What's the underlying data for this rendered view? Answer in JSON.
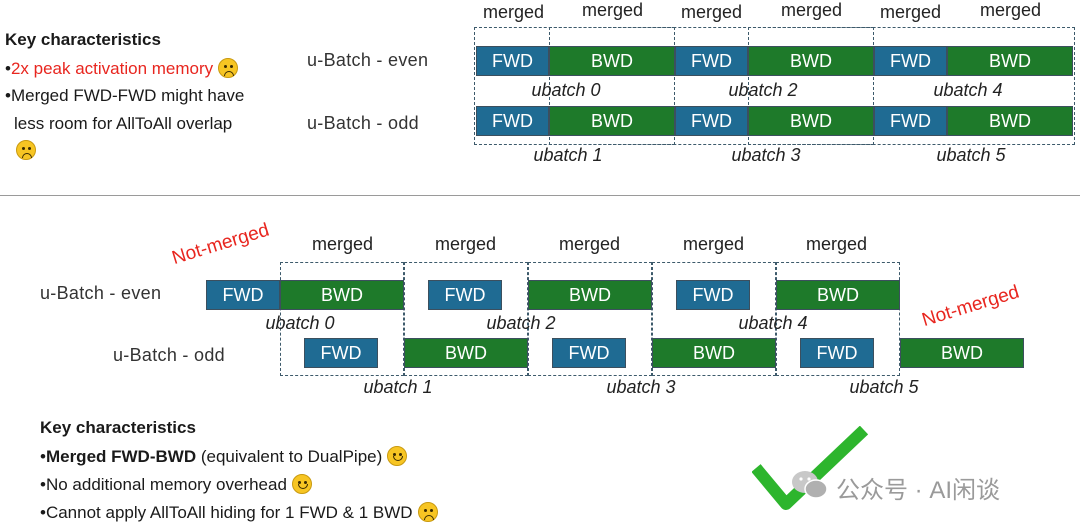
{
  "top": {
    "key_title": "Key characteristics",
    "bullets": [
      {
        "text": "2x peak activation memory",
        "emoji": "sad"
      },
      {
        "text": "Merged FWD-FWD might have",
        "emoji": ""
      },
      {
        "text": "less room for AllToAll overlap",
        "emoji": ""
      }
    ],
    "headers": [
      "merged",
      "merged",
      "merged",
      "merged",
      "merged",
      "merged"
    ],
    "row_even": "u-Batch - even",
    "row_odd": "u-Batch - odd",
    "fwd": "FWD",
    "bwd": "BWD",
    "ubatch_even": [
      "ubatch 0",
      "ubatch 2",
      "ubatch 4"
    ],
    "ubatch_odd": [
      "ubatch 1",
      "ubatch 3",
      "ubatch 5"
    ]
  },
  "bottom": {
    "not_merged_left": "Not-merged",
    "not_merged_right": "Not-merged",
    "headers": [
      "merged",
      "merged",
      "merged",
      "merged",
      "merged"
    ],
    "row_even": "u-Batch - even",
    "row_odd": "u-Batch - odd",
    "fwd": "FWD",
    "bwd": "BWD",
    "ubatch_even": [
      "ubatch 0",
      "ubatch 2",
      "ubatch 4"
    ],
    "ubatch_odd": [
      "ubatch 1",
      "ubatch 3",
      "ubatch 5"
    ],
    "key_title": "Key characteristics",
    "bullet1_bold": "Merged FWD-BWD",
    "bullet1_rest": " (equivalent to DualPipe)",
    "bullet2": "No additional memory overhead",
    "bullet3": "Cannot apply AllToAll hiding for 1 FWD & 1 BWD"
  },
  "watermark": "公众号 · AI闲谈",
  "colors": {
    "fwd": "#1f6b93",
    "bwd": "#1e7a2a",
    "accent_red": "#e8261f",
    "check_green": "#2db52d"
  },
  "icons": [
    "sad-face-icon",
    "happy-face-icon",
    "check-mark-icon",
    "wechat-logo-icon"
  ]
}
